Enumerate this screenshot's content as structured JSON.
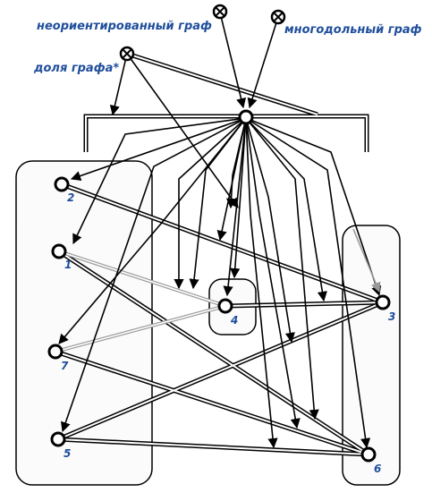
{
  "labels": {
    "undirected": "неориентированный граф",
    "multigraph": "многодольный граф",
    "graph_part": "доля графа*"
  },
  "nodes": [
    {
      "id": "hub",
      "label": ""
    },
    {
      "id": "n1",
      "label": "1"
    },
    {
      "id": "n2",
      "label": "2"
    },
    {
      "id": "n3",
      "label": "3"
    },
    {
      "id": "n4",
      "label": "4"
    },
    {
      "id": "n5",
      "label": "5"
    },
    {
      "id": "n6",
      "label": "6"
    },
    {
      "id": "n7",
      "label": "7"
    }
  ],
  "colors": {
    "label": "#1f4e9c",
    "line": "#000000",
    "faint_line": "#9a9a9a",
    "background": "#ffffff"
  }
}
